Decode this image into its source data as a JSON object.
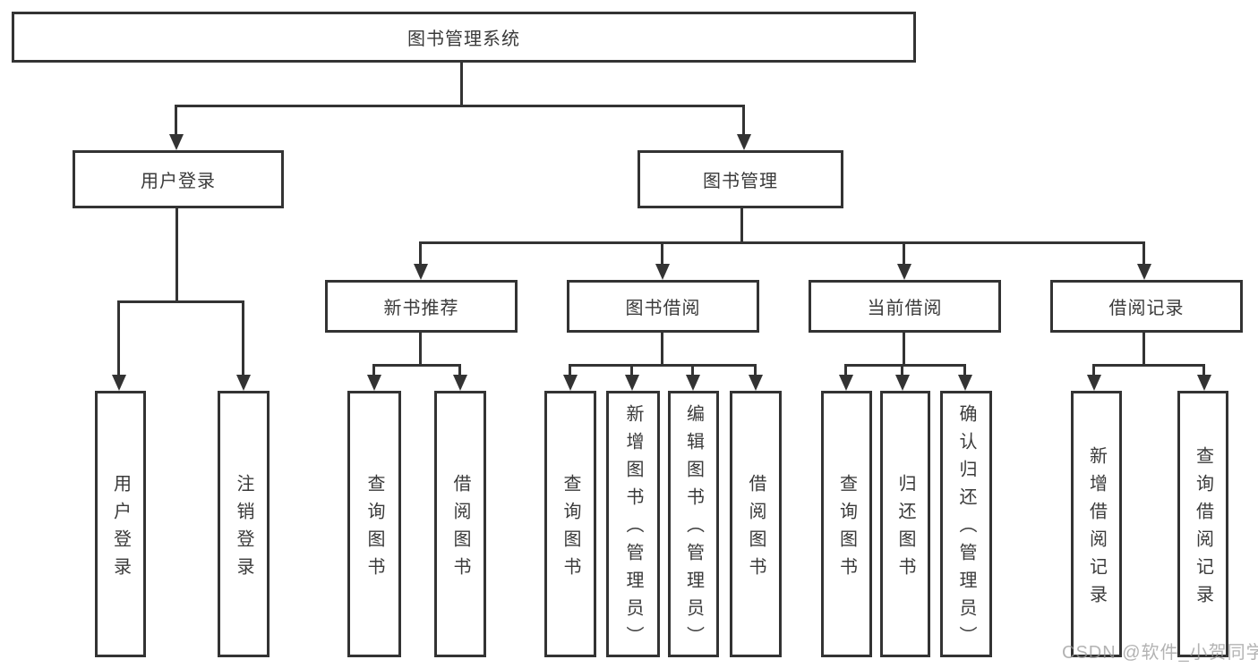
{
  "diagram": {
    "root": {
      "label": "图书管理系统"
    },
    "level2": [
      {
        "label": "用户登录"
      },
      {
        "label": "图书管理"
      }
    ],
    "level3": [
      {
        "label": "新书推荐"
      },
      {
        "label": "图书借阅"
      },
      {
        "label": "当前借阅"
      },
      {
        "label": "借阅记录"
      }
    ],
    "leaves": {
      "login": [
        {
          "label": "用户登录"
        },
        {
          "label": "注销登录"
        }
      ],
      "recommend": [
        {
          "label": "查询图书"
        },
        {
          "label": "借阅图书"
        }
      ],
      "borrow": [
        {
          "label": "查询图书"
        },
        {
          "label": "新增图书（管理员）"
        },
        {
          "label": "编辑图书（管理员）"
        },
        {
          "label": "借阅图书"
        }
      ],
      "current": [
        {
          "label": "查询图书"
        },
        {
          "label": "归还图书"
        },
        {
          "label": "确认归还（管理员）"
        }
      ],
      "records": [
        {
          "label": "新增借阅记录"
        },
        {
          "label": "查询借阅记录"
        }
      ]
    }
  },
  "watermark": {
    "text": "CSDN @软件_小贺同学"
  },
  "colors": {
    "line": "#333333",
    "text": "#3a3a3a",
    "watermark": "#999999",
    "background": "#ffffff"
  }
}
